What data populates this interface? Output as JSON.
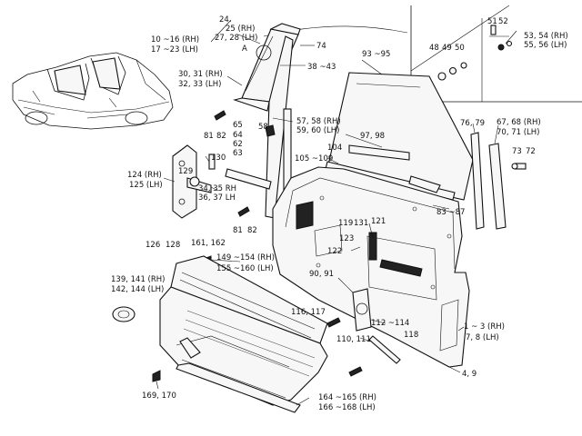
{
  "labels": {
    "l_24": "24.",
    "l_25": "25 (RH)",
    "l_27": "27, 28 (LH)",
    "l_A": "A",
    "l_10": "10 ~16 (RH)",
    "l_17": "17 ~23 (LH)",
    "l_74": "74",
    "l_38": "38 ~43",
    "l_30": "30, 31 (RH)",
    "l_32": "32, 33 (LH)",
    "l_93": "93 ~95",
    "l_51": "51",
    "l_52": "52",
    "l_53": "53, 54 (RH)",
    "l_55": "55, 56 (LH)",
    "l_48": "48",
    "l_49": "49",
    "l_50": "50",
    "l_65": "65",
    "l_58": "58",
    "l_64": "64",
    "l_62": "62",
    "l_63": "63",
    "l_81a": "81",
    "l_82a": "82",
    "l_57": "57, 58 (RH)",
    "l_59": "59, 60 (LH)",
    "l_97": "97, 98",
    "l_76": "76, 79",
    "l_67": "67, 68 (RH)",
    "l_70": "70, 71 (LH)",
    "l_104": "104",
    "l_73": "73",
    "l_72": "72",
    "l_105": "105 ~109",
    "l_124": "124 (RH)",
    "l_125": "125 (LH)",
    "l_129": "129",
    "l_130": "130",
    "l_34": "34, 35 RH",
    "l_36": "36, 37 LH",
    "l_83": "83 ~87",
    "l_119": "119",
    "l_131": "131",
    "l_121": "121",
    "l_81b": "81",
    "l_82b": "82",
    "l_123": "123",
    "l_126": "126",
    "l_128": "128",
    "l_161": "161, 162",
    "l_122": "122",
    "l_149": "149 ~154 (RH)",
    "l_155": "155 ~160 (LH)",
    "l_90": "90, 91",
    "l_139": "139, 141 (RH)",
    "l_142": "142, 144 (LH)",
    "l_116": "116, 117",
    "l_112": "112 ~114",
    "l_118": "118",
    "l_1": "1 ~ 3 (RH)",
    "l_7": "7, 8 (LH)",
    "l_110": "110, 111",
    "l_4": "4, 9",
    "l_169": "169, 170",
    "l_164": "164 ~165 (RH)",
    "l_166": "166 ~168 (LH)"
  }
}
